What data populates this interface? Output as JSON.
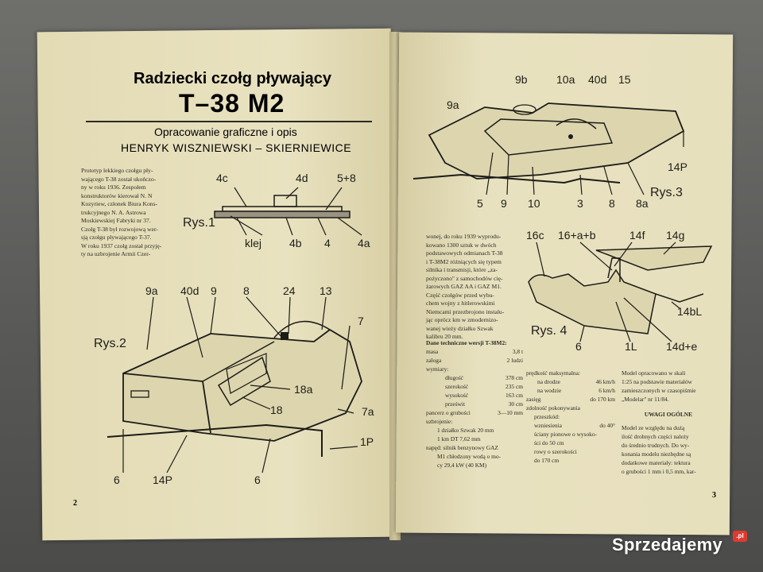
{
  "left_page": {
    "title_line1": "Radziecki czołg pływający",
    "title_line2": "T–38 M2",
    "subtitle_line1": "Opracowanie graficzne i opis",
    "subtitle_line2": "HENRYK WISZNIEWSKI – SKIERNIEWICE",
    "intro_lines": [
      "Prototyp lekkiego czołgu pły-",
      "wającego T-38 został ukończo-",
      "ny w roku 1936. Zespołem",
      "konstruktorów kierował N. N",
      "Kozyriew, członek Biura Kons-",
      "trukcyjnego N. A. Astrowa",
      "Moskiewskiej Fabryki nr 37.",
      "Czołg T-38 był rozwojową wer-",
      "sją czołgu pływającego T-37.",
      "W roku 1937 czołg został przyję-",
      "ty na uzbrojenie Armii Czer-"
    ],
    "fig1": {
      "name": "Rys.1",
      "labels": [
        "4c",
        "4d",
        "5+8",
        "klej",
        "4b",
        "4",
        "4a"
      ]
    },
    "fig2": {
      "name": "Rys.2",
      "labels": [
        "9a",
        "40d",
        "9",
        "8",
        "24",
        "13",
        "7",
        "18a",
        "18",
        "7a",
        "1P",
        "6",
        "14P",
        "6"
      ]
    },
    "page_number": "2"
  },
  "right_page": {
    "fig3": {
      "name": "Rys.3",
      "labels": [
        "9b",
        "10a",
        "40d",
        "15",
        "9a",
        "14P",
        "5",
        "9",
        "10",
        "3",
        "8",
        "8a"
      ]
    },
    "body_lines": [
      "wonej, do roku 1939 wyprodu-",
      "kowano 1300 sztuk w dwóch",
      "podstawowych odmianach T-38",
      "i T-38M2 różniących się typem",
      "silnika i transmisji, które „za-",
      "pożyczono\" z samochodów cię-",
      "żarowych GAZ AA i GAZ M1.",
      "Część czołgów przed wybu-",
      "chem wojny z hitlerowskimi",
      "Niemcami przezbrojono instalu-",
      "jąc oprócz km w zmodernizo-",
      "wanej wieży działko Szwak",
      "kalibru 20 mm."
    ],
    "fig4": {
      "name": "Rys. 4",
      "labels": [
        "16c",
        "16+a+b",
        "14f",
        "14g",
        "6",
        "1L",
        "14bL",
        "14d+e"
      ]
    },
    "tech_heading": "Dane techniczne wersji T-38M2:",
    "tech_col1": [
      {
        "k": "masa",
        "v": "3,8 t"
      },
      {
        "k": "załoga",
        "v": "2 ludzi"
      },
      {
        "k": "wymiary:",
        "v": ""
      },
      {
        "k": "długość",
        "v": "378 cm"
      },
      {
        "k": "szerokość",
        "v": "235 cm"
      },
      {
        "k": "wysokość",
        "v": "163 cm"
      },
      {
        "k": "prześwit",
        "v": "30 cm"
      },
      {
        "k": "pancerz o grubości",
        "v": "3—10 mm"
      },
      {
        "k": "uzbrojenie:",
        "v": ""
      },
      {
        "k": "1 działko Szwak 20 mm",
        "v": ""
      },
      {
        "k": "1 km DT 7,62 mm",
        "v": ""
      },
      {
        "k": "napęd: silnik benzynowy GAZ",
        "v": ""
      },
      {
        "k": "M1 chłodzony wodą o mo-",
        "v": ""
      },
      {
        "k": "cy 29,4 kW (40 KM)",
        "v": ""
      }
    ],
    "tech_col2": [
      {
        "k": "prędkość maksymalna:",
        "v": ""
      },
      {
        "k": "na drodze",
        "v": "46 km/h"
      },
      {
        "k": "na wodzie",
        "v": "6 km/h"
      },
      {
        "k": "zasięg",
        "v": "do 170 km"
      },
      {
        "k": "zdolność pokonywania",
        "v": ""
      },
      {
        "k": "przeszkód:",
        "v": ""
      },
      {
        "k": "wzniesienia",
        "v": "do 40°"
      },
      {
        "k": "ściany pionowe o wysoko-",
        "v": ""
      },
      {
        "k": "ści do 50 cm",
        "v": ""
      },
      {
        "k": "rowy o szerokości",
        "v": ""
      },
      {
        "k": "do 170 cm",
        "v": ""
      }
    ],
    "tech_col3": [
      "Model opracowano w skali",
      "1:25 na podstawie materiałów",
      "zamieszczonych w czasopiśmie",
      "„Modelar\" nr 11/84."
    ],
    "notes_heading": "UWAGI OGÓLNE",
    "notes_lines": [
      "Model ze względu na dużą",
      "ilość drobnych części należy",
      "do średnio trudnych. Do wy-",
      "konania modelu niezbędne są",
      "dodatkowe materiały: tektura",
      "o grubości 1 mm i 0,5 mm, kar-"
    ],
    "page_number": "3"
  },
  "watermark": {
    "text": "Sprzedajemy",
    "badge": ".pl"
  }
}
